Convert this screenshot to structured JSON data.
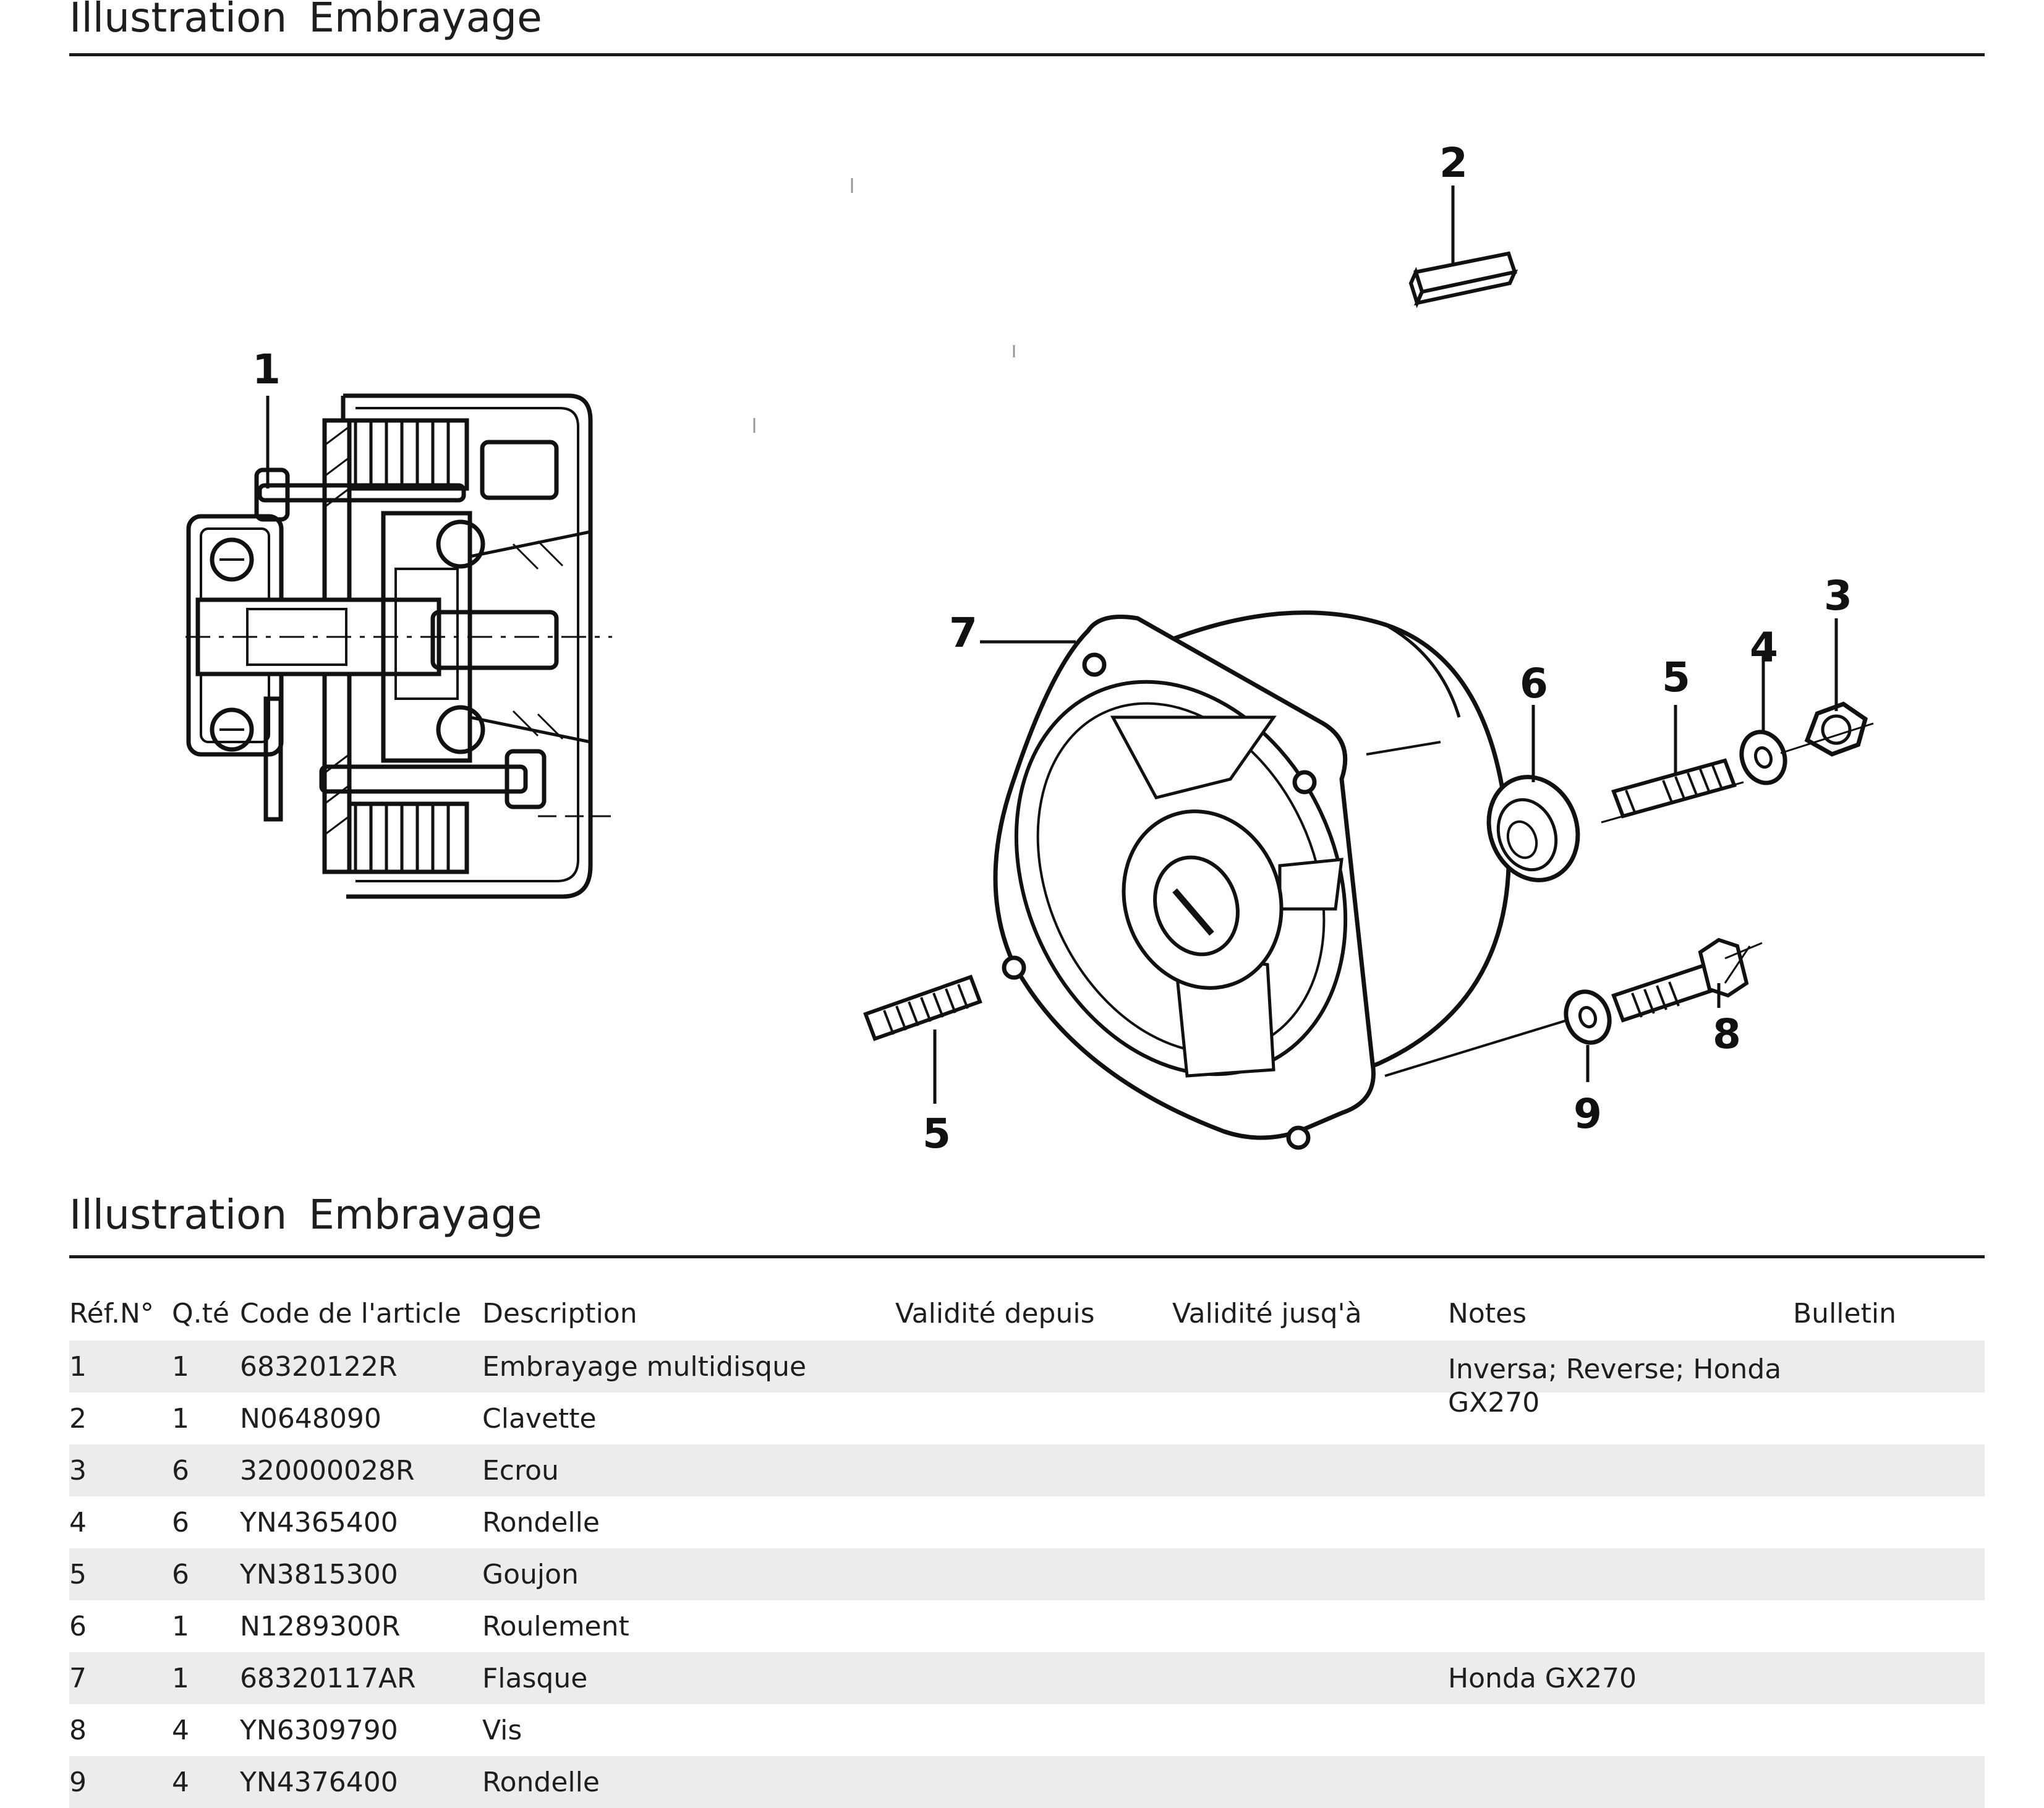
{
  "header_title": "Illustration  Embrayage",
  "table_title": "Illustration  Embrayage",
  "diagram": {
    "callouts": [
      "1",
      "2",
      "3",
      "4",
      "5",
      "6",
      "7",
      "8",
      "9",
      "5"
    ]
  },
  "table": {
    "columns": [
      "Réf.N°",
      "Q.té",
      "Code de l'article",
      "Description",
      "Validité depuis",
      "Validité jusq'à",
      "Notes",
      "Bulletin"
    ],
    "rows": [
      {
        "ref": "1",
        "qty": "1",
        "code": "68320122R",
        "description": "Embrayage multidisque",
        "valid_from": "",
        "valid_to": "",
        "notes": "Inversa; Reverse; Honda GX270",
        "bulletin": ""
      },
      {
        "ref": "2",
        "qty": "1",
        "code": "N0648090",
        "description": "Clavette",
        "valid_from": "",
        "valid_to": "",
        "notes": "",
        "bulletin": ""
      },
      {
        "ref": "3",
        "qty": "6",
        "code": "320000028R",
        "description": "Ecrou",
        "valid_from": "",
        "valid_to": "",
        "notes": "",
        "bulletin": ""
      },
      {
        "ref": "4",
        "qty": "6",
        "code": "YN4365400",
        "description": "Rondelle",
        "valid_from": "",
        "valid_to": "",
        "notes": "",
        "bulletin": ""
      },
      {
        "ref": "5",
        "qty": "6",
        "code": "YN3815300",
        "description": "Goujon",
        "valid_from": "",
        "valid_to": "",
        "notes": "",
        "bulletin": ""
      },
      {
        "ref": "6",
        "qty": "1",
        "code": "N1289300R",
        "description": "Roulement",
        "valid_from": "",
        "valid_to": "",
        "notes": "",
        "bulletin": ""
      },
      {
        "ref": "7",
        "qty": "1",
        "code": "68320117AR",
        "description": "Flasque",
        "valid_from": "",
        "valid_to": "",
        "notes": "Honda GX270",
        "bulletin": ""
      },
      {
        "ref": "8",
        "qty": "4",
        "code": "YN6309790",
        "description": "Vis",
        "valid_from": "",
        "valid_to": "",
        "notes": "",
        "bulletin": ""
      },
      {
        "ref": "9",
        "qty": "4",
        "code": "YN4376400",
        "description": "Rondelle",
        "valid_from": "",
        "valid_to": "",
        "notes": "",
        "bulletin": ""
      }
    ]
  }
}
